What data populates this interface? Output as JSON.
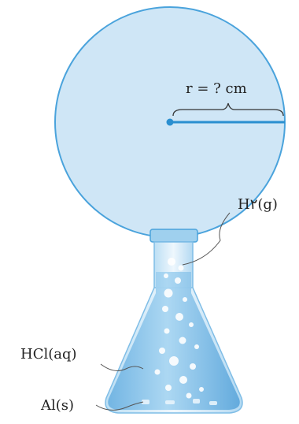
{
  "labels": {
    "radius": "r = ? cm",
    "gas": "H۲(g)",
    "acid": "HCl(aq)",
    "metal": "Al(s)"
  },
  "colors": {
    "balloon_fill": "#cfe6f6",
    "balloon_stroke": "#4aa3dc",
    "liquid": "#8ec6ea",
    "glass": "#e6f3fb",
    "radius_line": "#2a8fd0",
    "bubble": "#ffffff"
  }
}
